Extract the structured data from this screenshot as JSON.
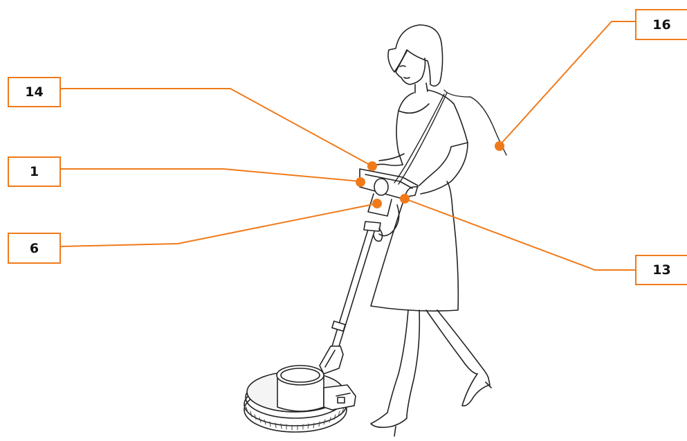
{
  "accent_color": "#f07a1a",
  "callouts": {
    "c14": {
      "label": "14"
    },
    "c1": {
      "label": "1"
    },
    "c6": {
      "label": "6"
    },
    "c16": {
      "label": "16"
    },
    "c13": {
      "label": "13"
    }
  }
}
